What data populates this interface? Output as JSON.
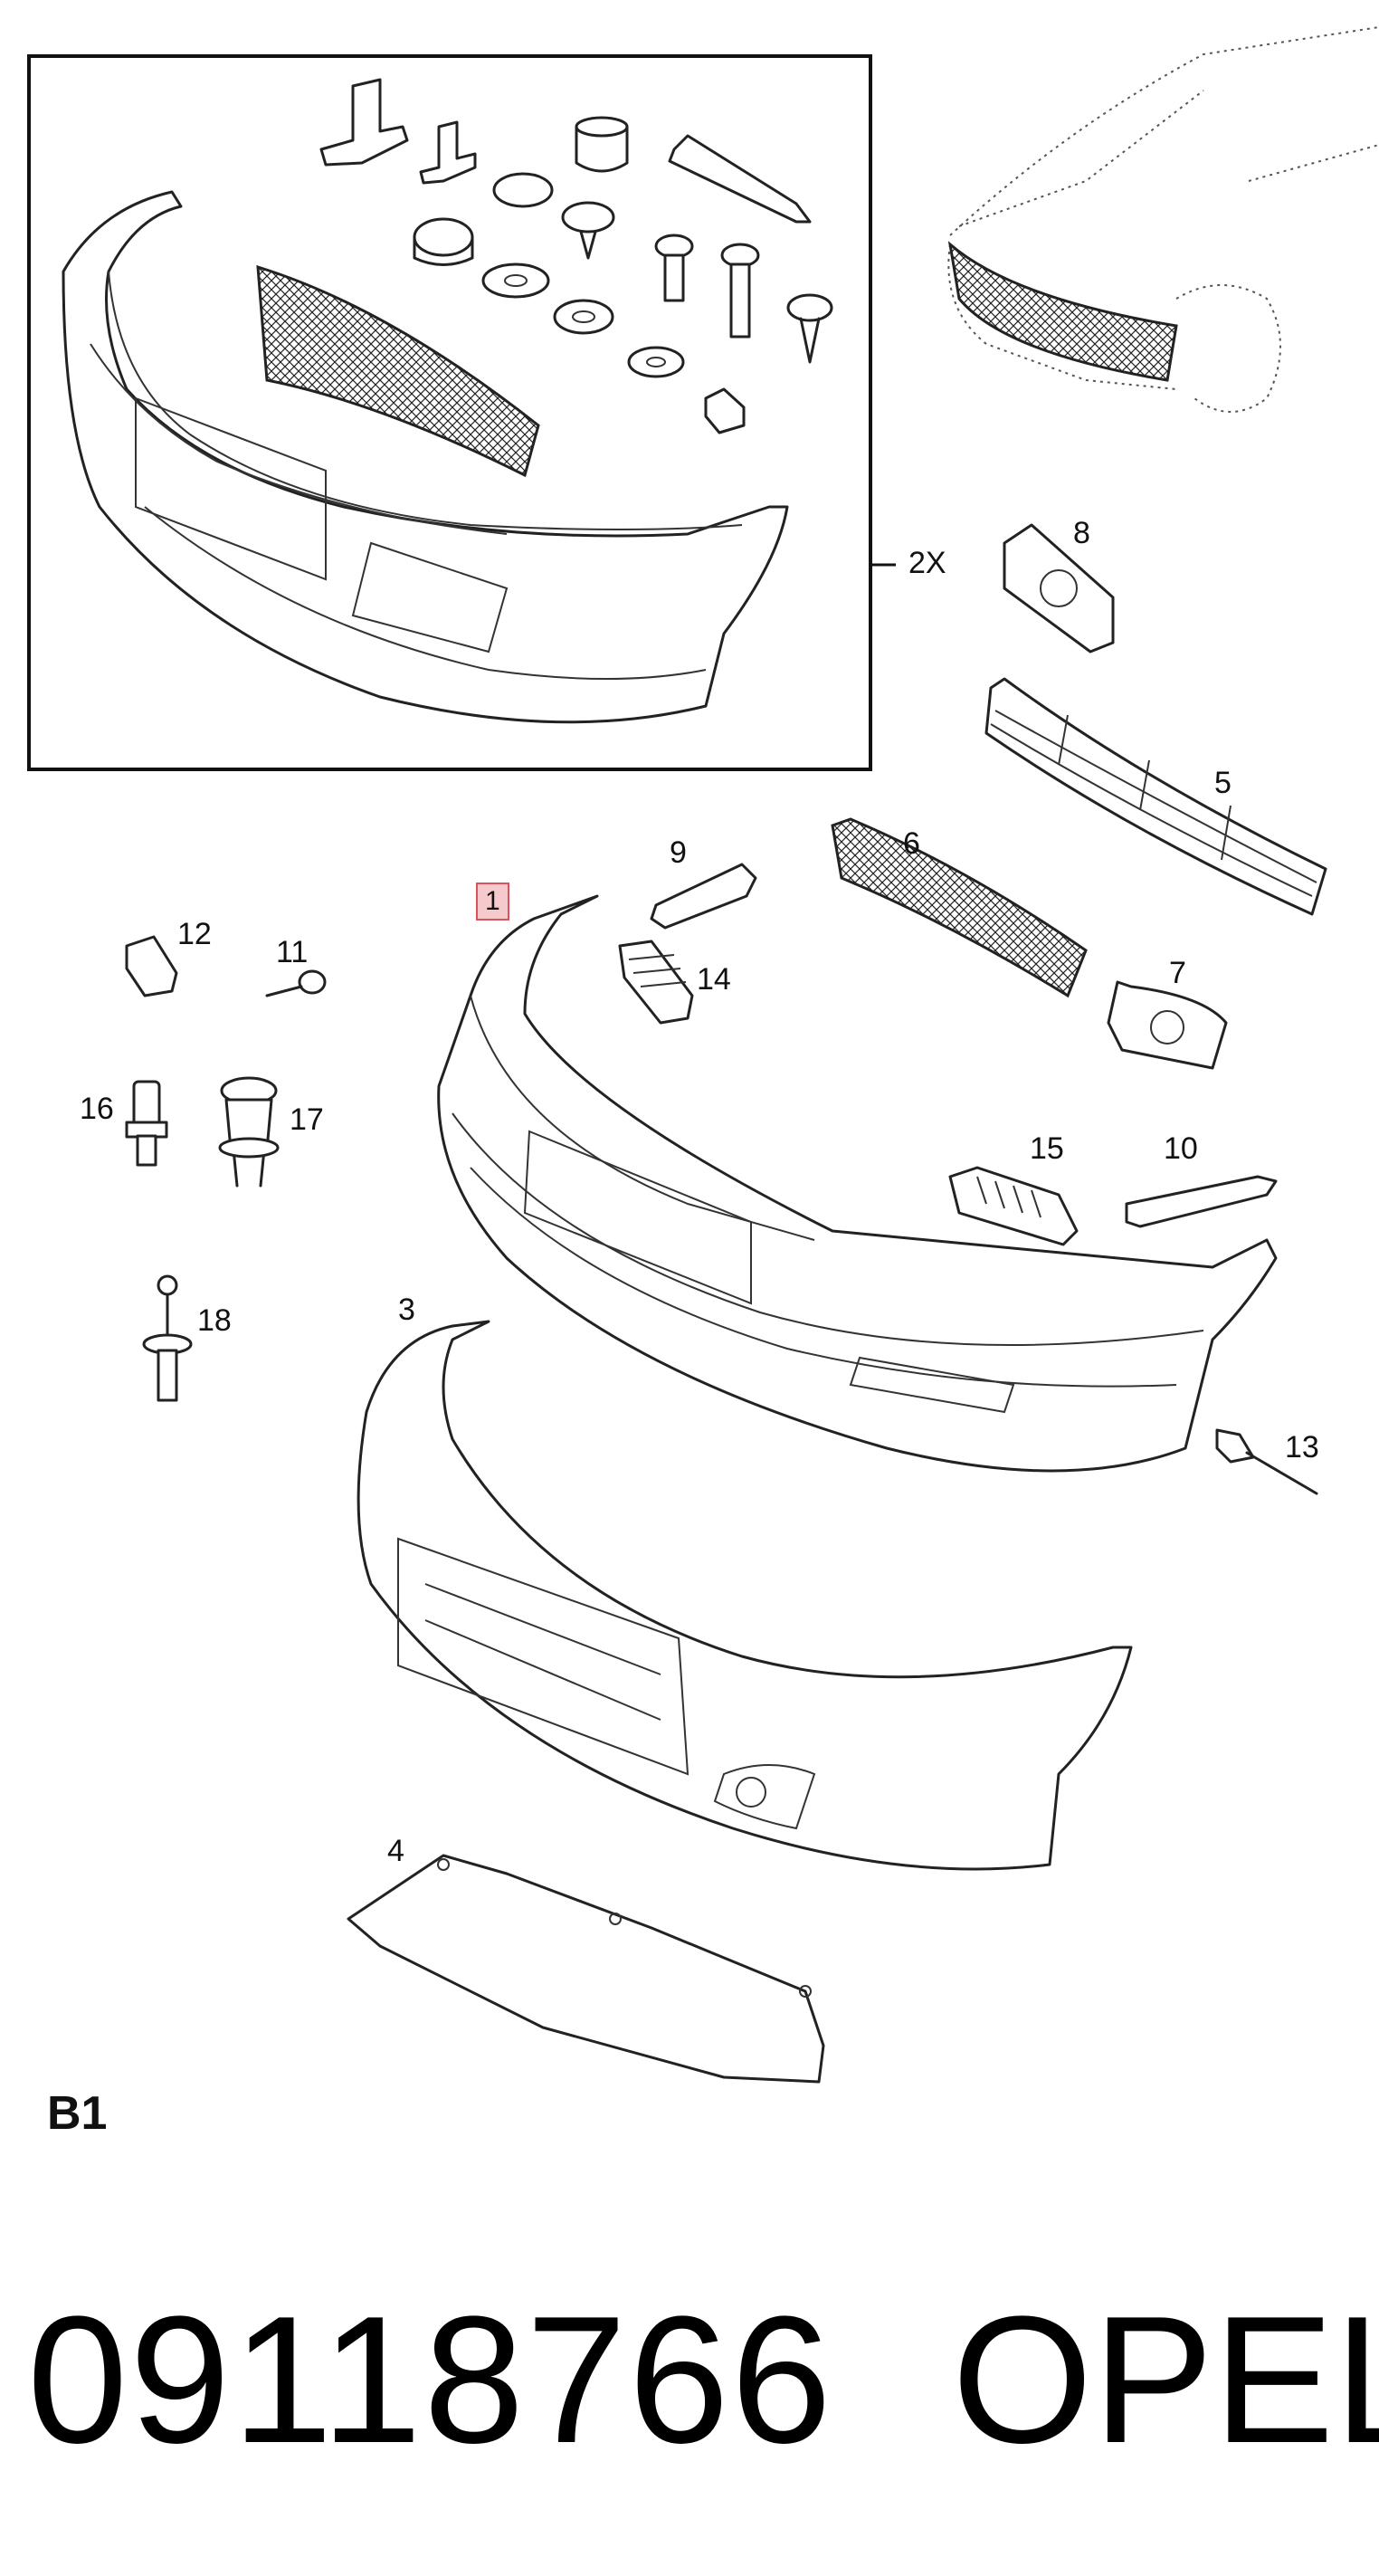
{
  "diagram": {
    "callouts": {
      "c1": "1",
      "c2x": "2X",
      "c3": "3",
      "c4": "4",
      "c5": "5",
      "c6": "6",
      "c7": "7",
      "c8": "8",
      "c9": "9",
      "c10": "10",
      "c11": "11",
      "c12": "12",
      "c13": "13",
      "c14": "14",
      "c15": "15",
      "c16": "16",
      "c17": "17",
      "c18": "18"
    },
    "section_code": "B1",
    "highlight_color": "#d9525e"
  },
  "footer": {
    "part_number": "09118766",
    "brand": "OPEL"
  }
}
